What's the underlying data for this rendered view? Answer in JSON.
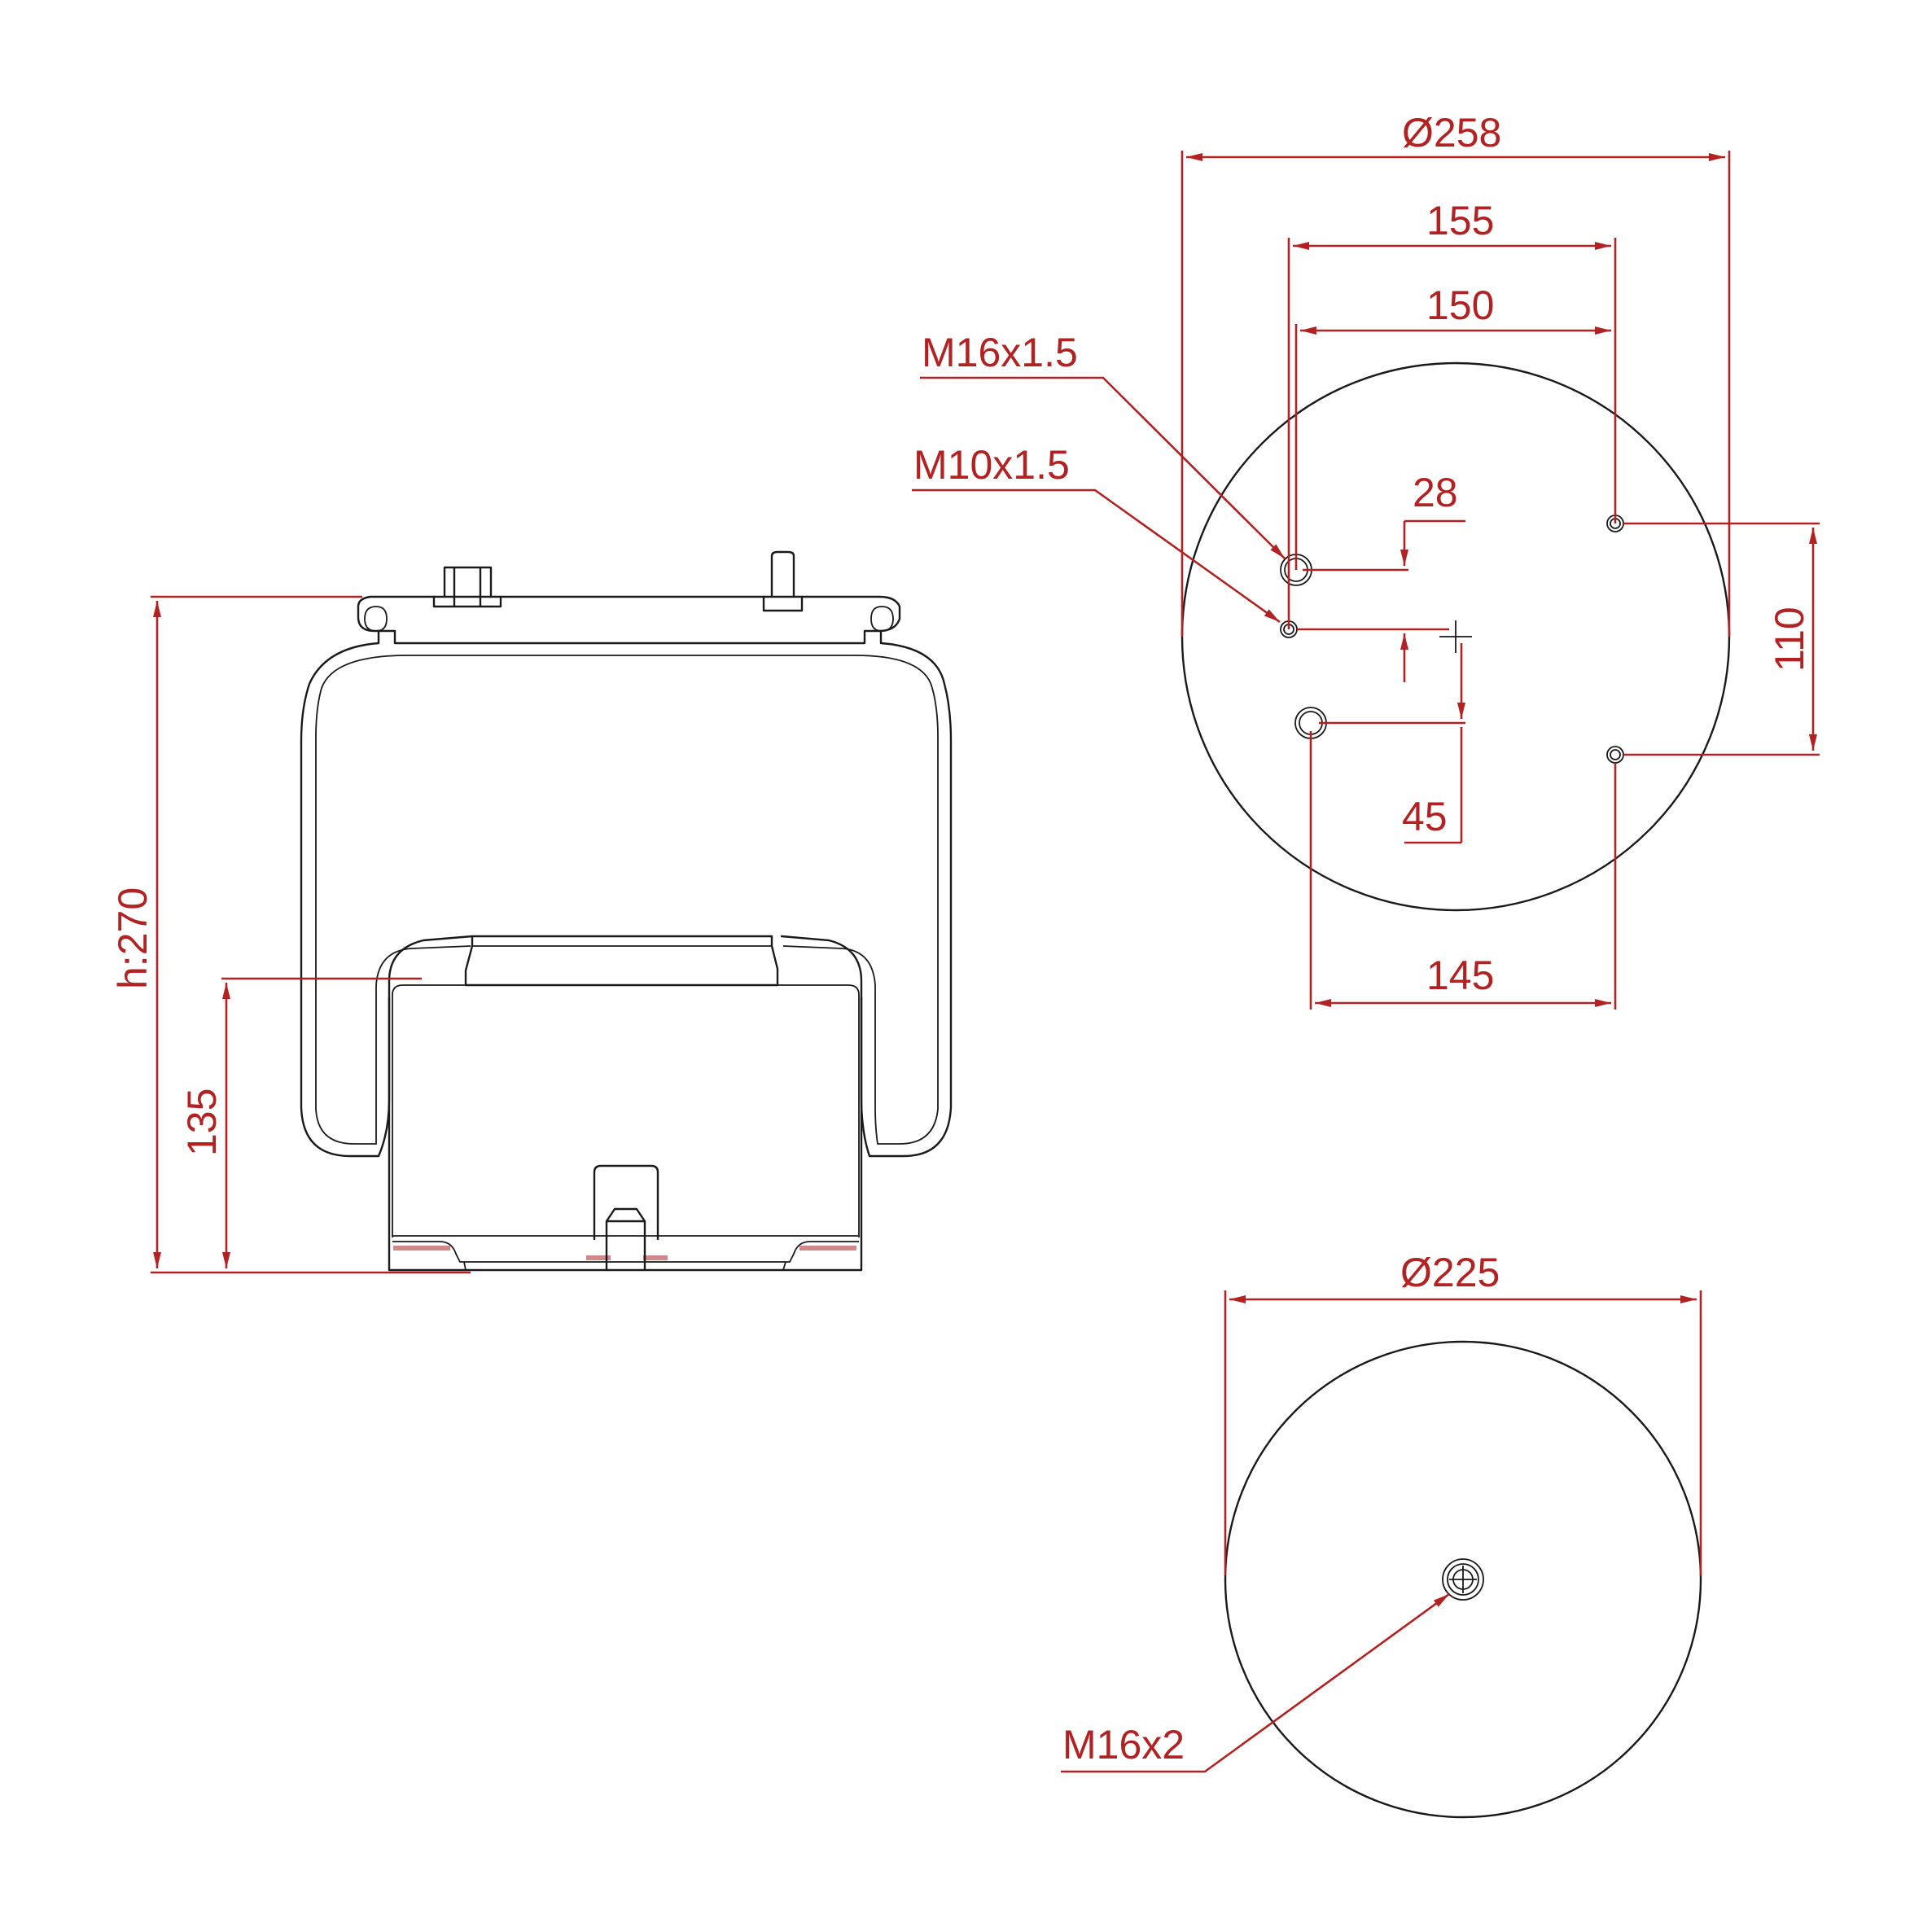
{
  "colors": {
    "dimension": "#b22222",
    "outline": "#1a1a1a",
    "background": "#ffffff"
  },
  "dimensions": {
    "top_diameter": "Ø258",
    "bolt_spacing_outer": "155",
    "bolt_spacing_inner": "150",
    "stud_thread_large": "M16x1.5",
    "air_inlet_thread": "M10x1.5",
    "offset_28": "28",
    "offset_45": "45",
    "spacing_110": "110",
    "spacing_145": "145",
    "total_height": "h:270",
    "piston_height": "135",
    "bottom_diameter": "Ø225",
    "bottom_thread": "M16x2"
  }
}
